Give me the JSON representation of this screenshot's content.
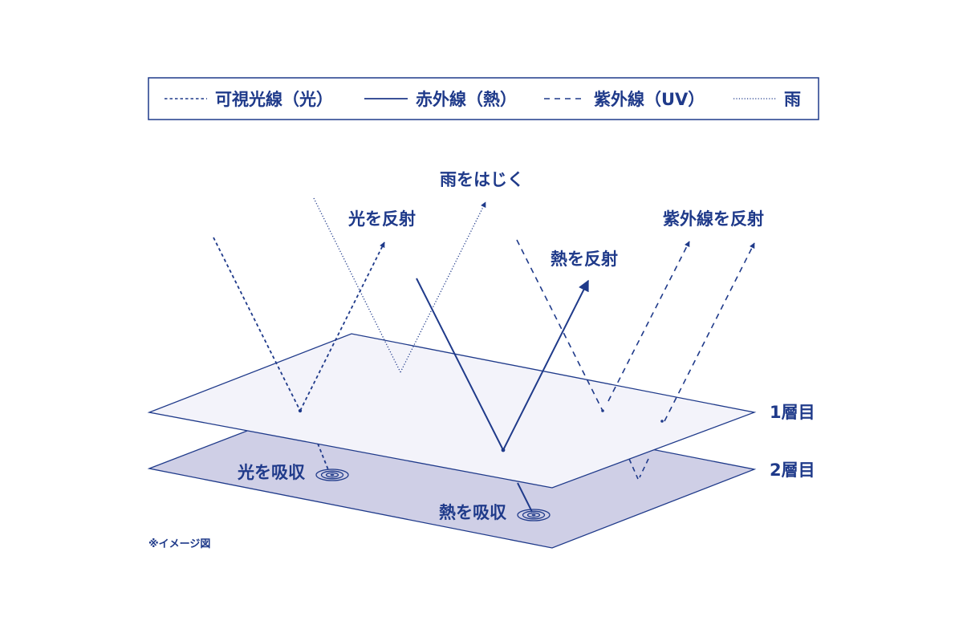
{
  "colors": {
    "primary": "#1f3a8a",
    "layer1_fill": "#f3f3fa",
    "layer2_fill": "#cfcfe6",
    "background": "#ffffff"
  },
  "legend": {
    "items": [
      {
        "line_style": "short-dash",
        "label": "可視光線（光）"
      },
      {
        "line_style": "solid",
        "label": "赤外線（熱）"
      },
      {
        "line_style": "long-dash",
        "label": "紫外線（UV）"
      },
      {
        "line_style": "dotted",
        "label": "雨"
      }
    ]
  },
  "labels": {
    "reflect_light": "光を反射",
    "repel_rain": "雨をはじく",
    "reflect_heat": "熱を反射",
    "reflect_uv": "紫外線を反射",
    "absorb_light": "光を吸収",
    "absorb_heat": "熱を吸収",
    "layer1": "1層目",
    "layer2": "2層目",
    "note": "※イメージ図"
  }
}
